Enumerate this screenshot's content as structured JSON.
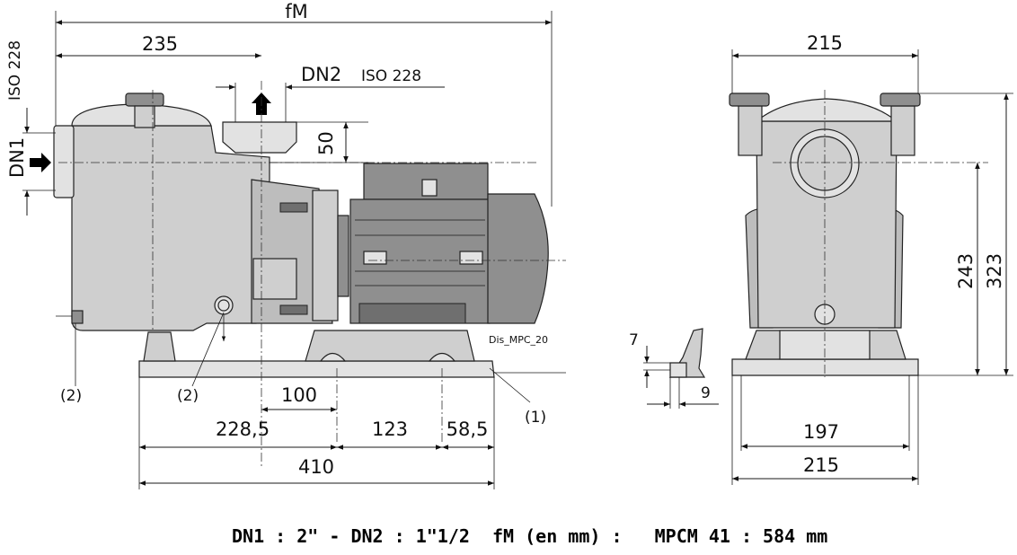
{
  "labels": {
    "fm": "fM",
    "dim_235": "235",
    "dn2": "DN2",
    "iso_top": "ISO 228",
    "iso_side": "ISO 228",
    "dn1": "DN1",
    "dim_50": "50",
    "ref_2a": "(2)",
    "ref_2b": "(2)",
    "ref_1": "(1)",
    "drawing_id": "Dis_MPC_20",
    "dim_100": "100",
    "dim_228_5": "228,5",
    "dim_123": "123",
    "dim_58_5": "58,5",
    "dim_410": "410",
    "dim_215_top": "215",
    "dim_243": "243",
    "dim_323": "323",
    "dim_7": "7",
    "dim_9": "9",
    "dim_197": "197",
    "dim_215_bottom": "215"
  },
  "footer": {
    "connections": "DN1 : 2\" - DN2 : 1\"1/2",
    "fm_value": "fM (en mm) :   MPCM 41 : 584 mm"
  }
}
